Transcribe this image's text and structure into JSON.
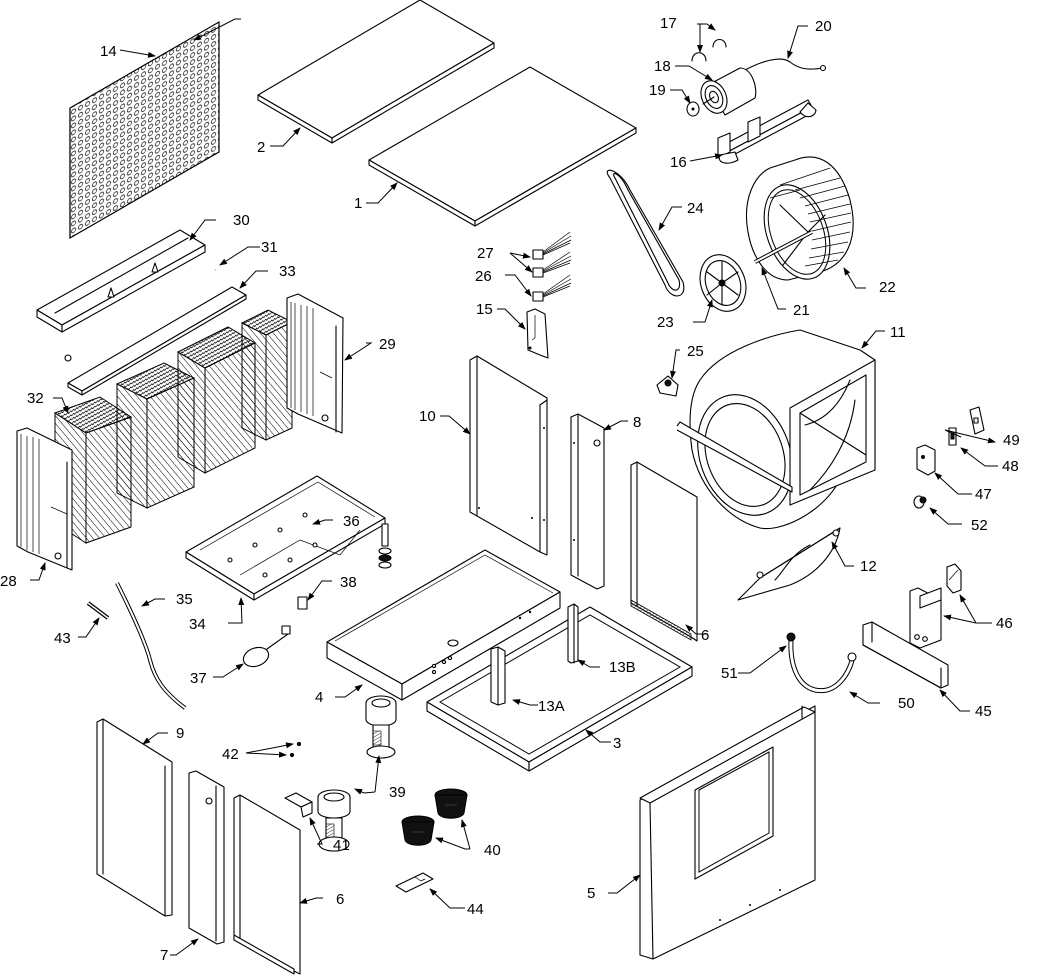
{
  "diagram": {
    "type": "exploded-parts-view",
    "subject": "evaporative cooler / air handler assembly",
    "callouts": [
      {
        "id": "1",
        "part": "top-panel-large"
      },
      {
        "id": "2",
        "part": "top-panel-small"
      },
      {
        "id": "3",
        "part": "base-frame"
      },
      {
        "id": "4",
        "part": "water-reservoir-pan"
      },
      {
        "id": "5",
        "part": "front-panel-with-opening"
      },
      {
        "id": "6",
        "part": "access-door-panel"
      },
      {
        "id": "6",
        "part": "access-door-panel-upper"
      },
      {
        "id": "7",
        "part": "corner-post"
      },
      {
        "id": "8",
        "part": "corner-post-upper"
      },
      {
        "id": "9",
        "part": "side-panel"
      },
      {
        "id": "10",
        "part": "divider-panel"
      },
      {
        "id": "11",
        "part": "blower-housing"
      },
      {
        "id": "12",
        "part": "blower-cutoff-plate"
      },
      {
        "id": "13A",
        "part": "support-bracket-a"
      },
      {
        "id": "13B",
        "part": "support-bracket-b"
      },
      {
        "id": "14",
        "part": "perforated-screen"
      },
      {
        "id": "15",
        "part": "wire-bracket"
      },
      {
        "id": "16",
        "part": "motor-mount-rail"
      },
      {
        "id": "17",
        "part": "motor-clips"
      },
      {
        "id": "18",
        "part": "motor"
      },
      {
        "id": "19",
        "part": "motor-pulley"
      },
      {
        "id": "20",
        "part": "motor-cord"
      },
      {
        "id": "21",
        "part": "blower-shaft"
      },
      {
        "id": "22",
        "part": "blower-wheel"
      },
      {
        "id": "23",
        "part": "blower-pulley"
      },
      {
        "id": "24",
        "part": "drive-belt"
      },
      {
        "id": "25",
        "part": "pillow-block-bearing"
      },
      {
        "id": "26",
        "part": "wire-connector"
      },
      {
        "id": "27",
        "part": "wire-connectors"
      },
      {
        "id": "28",
        "part": "media-frame-left"
      },
      {
        "id": "29",
        "part": "media-frame-right"
      },
      {
        "id": "30",
        "part": "water-distribution-trough"
      },
      {
        "id": "31",
        "part": "distribution-tube"
      },
      {
        "id": "32",
        "part": "cooling-media-pads"
      },
      {
        "id": "33",
        "part": "media-top-cover"
      },
      {
        "id": "34",
        "part": "media-sump-tray"
      },
      {
        "id": "35",
        "part": "water-hose"
      },
      {
        "id": "36",
        "part": "drain-fitting"
      },
      {
        "id": "37",
        "part": "float-valve"
      },
      {
        "id": "38",
        "part": "clip"
      },
      {
        "id": "39",
        "part": "pumps"
      },
      {
        "id": "40",
        "part": "pump-screens"
      },
      {
        "id": "41",
        "part": "pump-bracket"
      },
      {
        "id": "42",
        "part": "screws"
      },
      {
        "id": "43",
        "part": "hose-clamp"
      },
      {
        "id": "44",
        "part": "mounting-plate"
      },
      {
        "id": "45",
        "part": "control-box-bracket"
      },
      {
        "id": "46",
        "part": "control-box-assembly"
      },
      {
        "id": "47",
        "part": "switch-box"
      },
      {
        "id": "48",
        "part": "switch"
      },
      {
        "id": "49",
        "part": "switch-cover-plate"
      },
      {
        "id": "50",
        "part": "flexible-conduit"
      },
      {
        "id": "51",
        "part": "conduit-fitting"
      },
      {
        "id": "52",
        "part": "plug-button"
      }
    ]
  },
  "labels": {
    "l1": "1",
    "l2": "2",
    "l3": "3",
    "l4": "4",
    "l5": "5",
    "l6a": "6",
    "l6b": "6",
    "l7": "7",
    "l8": "8",
    "l9": "9",
    "l10": "10",
    "l11": "11",
    "l12": "12",
    "l13a": "13A",
    "l13b": "13B",
    "l14": "14",
    "l15": "15",
    "l16": "16",
    "l17": "17",
    "l18": "18",
    "l19": "19",
    "l20": "20",
    "l21": "21",
    "l22": "22",
    "l23": "23",
    "l24": "24",
    "l25": "25",
    "l26": "26",
    "l27": "27",
    "l28": "28",
    "l29": "29",
    "l30": "30",
    "l31": "31",
    "l32": "32",
    "l33": "33",
    "l34": "34",
    "l35": "35",
    "l36": "36",
    "l37": "37",
    "l38": "38",
    "l39": "39",
    "l40": "40",
    "l41": "41",
    "l42": "42",
    "l43": "43",
    "l44": "44",
    "l45": "45",
    "l46": "46",
    "l47": "47",
    "l48": "48",
    "l49": "49",
    "l50": "50",
    "l51": "51",
    "l52": "52"
  }
}
